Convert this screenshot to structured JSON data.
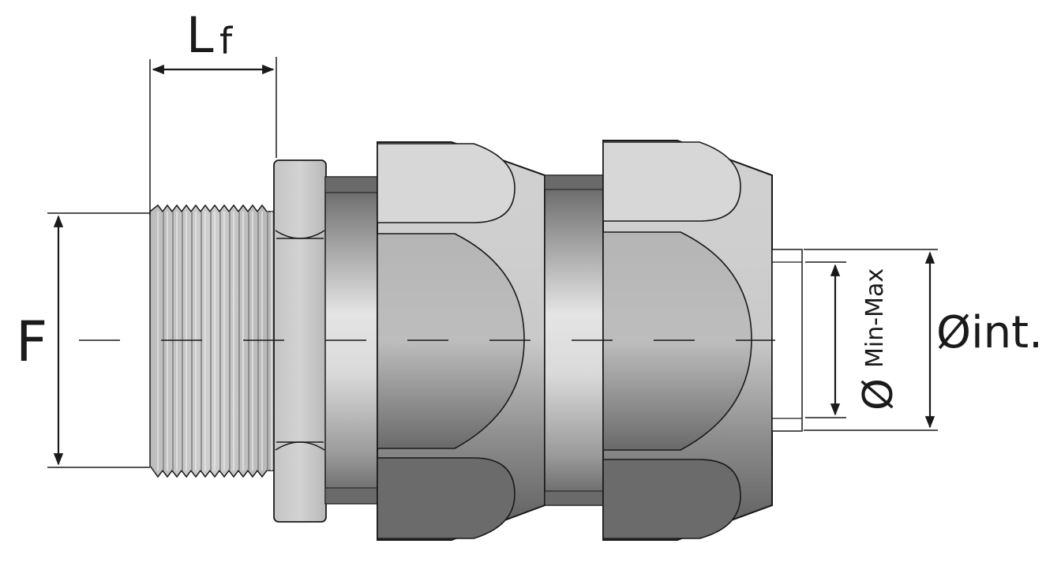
{
  "labels": {
    "lf_main": "L",
    "lf_sub": "f",
    "f": "F",
    "min_max": "Min-Max",
    "diameter_symbol": "Ø",
    "int": "Øint."
  },
  "colors": {
    "outline": "#1a1a1a",
    "metal_light": "#d6d6d6",
    "metal_mid": "#a9a9a9",
    "metal_dark": "#5e5e5e",
    "background": "#ffffff"
  }
}
